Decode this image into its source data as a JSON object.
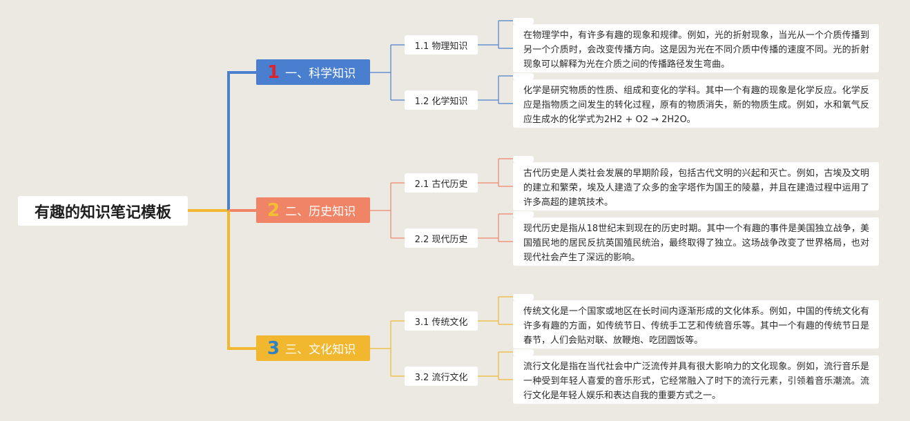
{
  "title": "有趣的知识笔记模板",
  "colors": {
    "science": "#4a7fd0",
    "history": "#f08466",
    "culture": "#f0b72f",
    "num1": "#d8262f",
    "num2": "#f3bf32",
    "num3": "#2f83c4"
  },
  "branches": [
    {
      "number": "1",
      "label": "一、科学知识",
      "subs": [
        {
          "label": "1.1 物理知识",
          "text": "在物理学中，有许多有趣的现象和规律。例如，光的折射现象，当光从一个介质传播到另一个介质时，会改变传播方向。这是因为光在不同介质中传播的速度不同。光的折射现象可以解释为光在介质之间的传播路径发生弯曲。"
        },
        {
          "label": "1.2 化学知识",
          "text": "化学是研究物质的性质、组成和变化的学科。其中一个有趣的现象是化学反应。化学反应是指物质之间发生的转化过程，原有的物质消失，新的物质生成。例如，水和氧气反应生成水的化学式为2H2 + O2 → 2H2O。"
        }
      ]
    },
    {
      "number": "2",
      "label": "二、历史知识",
      "subs": [
        {
          "label": "2.1 古代历史",
          "text": "古代历史是人类社会发展的早期阶段，包括古代文明的兴起和灭亡。例如，古埃及文明的建立和繁荣，埃及人建造了众多的金字塔作为国王的陵墓，并且在建造过程中运用了许多高超的建筑技术。"
        },
        {
          "label": "2.2 现代历史",
          "text": "现代历史是指从18世纪末到现在的历史时期。其中一个有趣的事件是美国独立战争，美国殖民地的居民反抗英国殖民统治，最终取得了独立。这场战争改变了世界格局，也对现代社会产生了深远的影响。"
        }
      ]
    },
    {
      "number": "3",
      "label": "三、文化知识",
      "subs": [
        {
          "label": "3.1 传统文化",
          "text": "传统文化是一个国家或地区在长时间内逐渐形成的文化体系。例如，中国的传统文化有许多有趣的方面，如传统节日、传统手工艺和传统音乐等。其中一个有趣的传统节日是春节，人们会贴对联、放鞭炮、吃团圆饭等。"
        },
        {
          "label": "3.2 流行文化",
          "text": "流行文化是指在当代社会中广泛流传并具有很大影响力的文化现象。例如，流行音乐是一种受到年轻人喜爱的音乐形式，它经常融入了时下的流行元素，引领着音乐潮流。流行文化是年轻人娱乐和表达自我的重要方式之一。"
        }
      ]
    }
  ]
}
